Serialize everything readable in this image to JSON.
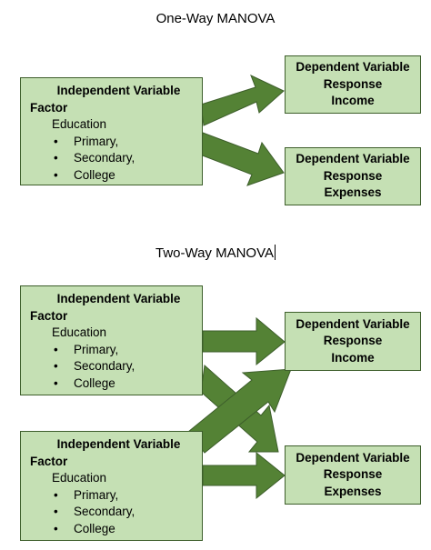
{
  "colors": {
    "box_fill": "#c5e0b4",
    "box_border": "#3d5e2b",
    "arrow_fill": "#548235",
    "arrow_border": "#3d5e2b"
  },
  "one_way": {
    "title": "One-Way MANOVA",
    "independent": {
      "heading_line1": "Independent Variable",
      "heading_line2": "Factor",
      "factor_name": "Education",
      "levels": [
        "Primary,",
        "Secondary,",
        "College"
      ],
      "bullet": "•"
    },
    "dependents": [
      {
        "line1": "Dependent Variable",
        "line2": "Response",
        "line3": "Income"
      },
      {
        "line1": "Dependent Variable",
        "line2": "Response",
        "line3": "Expenses"
      }
    ]
  },
  "two_way": {
    "title": "Two-Way MANOVA",
    "independents": [
      {
        "heading_line1": "Independent Variable",
        "heading_line2": "Factor",
        "factor_name": "Education",
        "levels": [
          "Primary,",
          "Secondary,",
          "College"
        ],
        "bullet": "•"
      },
      {
        "heading_line1": "Independent Variable",
        "heading_line2": "Factor",
        "factor_name": "Education",
        "levels": [
          "Primary,",
          "Secondary,",
          "College"
        ],
        "bullet": "•"
      }
    ],
    "dependents": [
      {
        "line1": "Dependent Variable",
        "line2": "Response",
        "line3": "Income"
      },
      {
        "line1": "Dependent Variable",
        "line2": "Response",
        "line3": "Expenses"
      }
    ]
  }
}
